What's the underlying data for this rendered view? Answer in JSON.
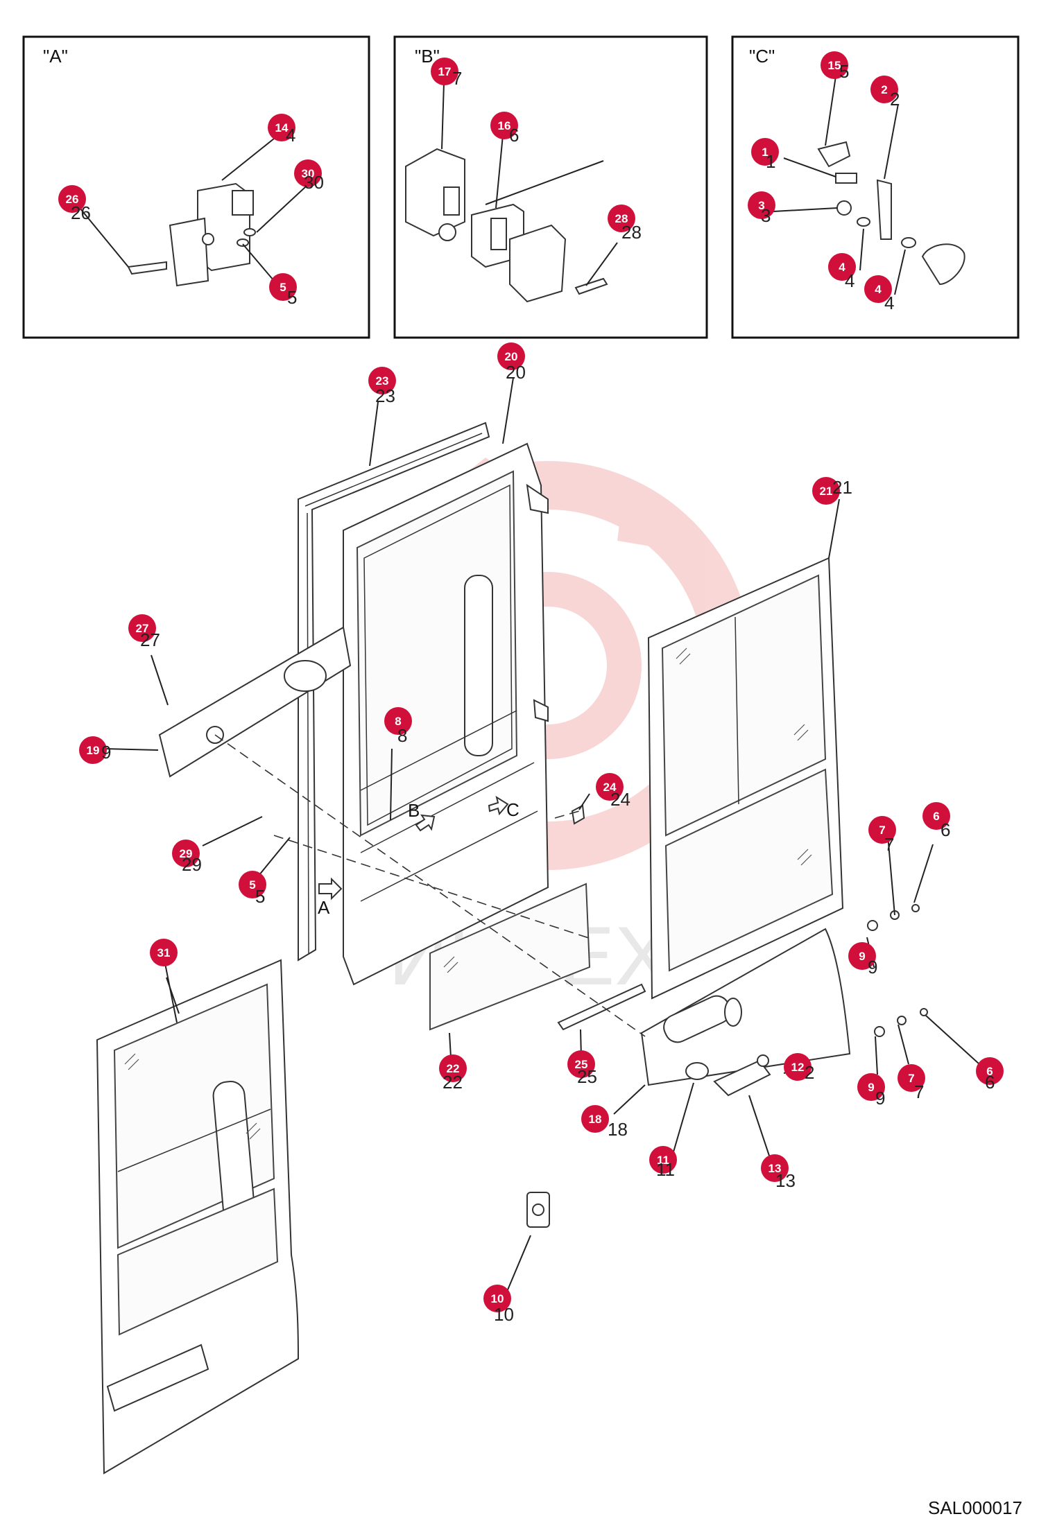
{
  "diagram": {
    "reference_code": "SAL000017",
    "watermark_text": "ИНТЕХ",
    "colors": {
      "badge": "#d0103a",
      "watermark": "#f4b6b6",
      "line": "#222222"
    },
    "detail_panels": [
      {
        "id": "A",
        "label": "\"A\""
      },
      {
        "id": "B",
        "label": "\"B\""
      },
      {
        "id": "C",
        "label": "\"C\""
      }
    ],
    "direction_labels": {
      "a": "A",
      "b": "B",
      "c": "C"
    },
    "callouts": [
      {
        "n": "14",
        "text": "4"
      },
      {
        "n": "30",
        "text": "30"
      },
      {
        "n": "26",
        "text": "26"
      },
      {
        "n": "5",
        "text": "5"
      },
      {
        "n": "17",
        "text": "7"
      },
      {
        "n": "16",
        "text": "6"
      },
      {
        "n": "28",
        "text": "28"
      },
      {
        "n": "15",
        "text": "5"
      },
      {
        "n": "2",
        "text": "2"
      },
      {
        "n": "1",
        "text": "1"
      },
      {
        "n": "3",
        "text": "3"
      },
      {
        "n": "4",
        "text": "4"
      },
      {
        "n": "4",
        "text": "4"
      },
      {
        "n": "23",
        "text": "23"
      },
      {
        "n": "20",
        "text": "20"
      },
      {
        "n": "21",
        "text": "21"
      },
      {
        "n": "27",
        "text": "27"
      },
      {
        "n": "19",
        "text": "9"
      },
      {
        "n": "8",
        "text": "8"
      },
      {
        "n": "24",
        "text": "24"
      },
      {
        "n": "29",
        "text": "29"
      },
      {
        "n": "5",
        "text": "5"
      },
      {
        "n": "7",
        "text": "7"
      },
      {
        "n": "6",
        "text": "6"
      },
      {
        "n": "9",
        "text": "9"
      },
      {
        "n": "31",
        "text": "31"
      },
      {
        "n": "22",
        "text": "22"
      },
      {
        "n": "25",
        "text": "25"
      },
      {
        "n": "12",
        "text": "2"
      },
      {
        "n": "9",
        "text": "9"
      },
      {
        "n": "7",
        "text": "7"
      },
      {
        "n": "6",
        "text": "6"
      },
      {
        "n": "18",
        "text": "18"
      },
      {
        "n": "11",
        "text": "11"
      },
      {
        "n": "13",
        "text": "13"
      },
      {
        "n": "10",
        "text": "10"
      }
    ]
  }
}
